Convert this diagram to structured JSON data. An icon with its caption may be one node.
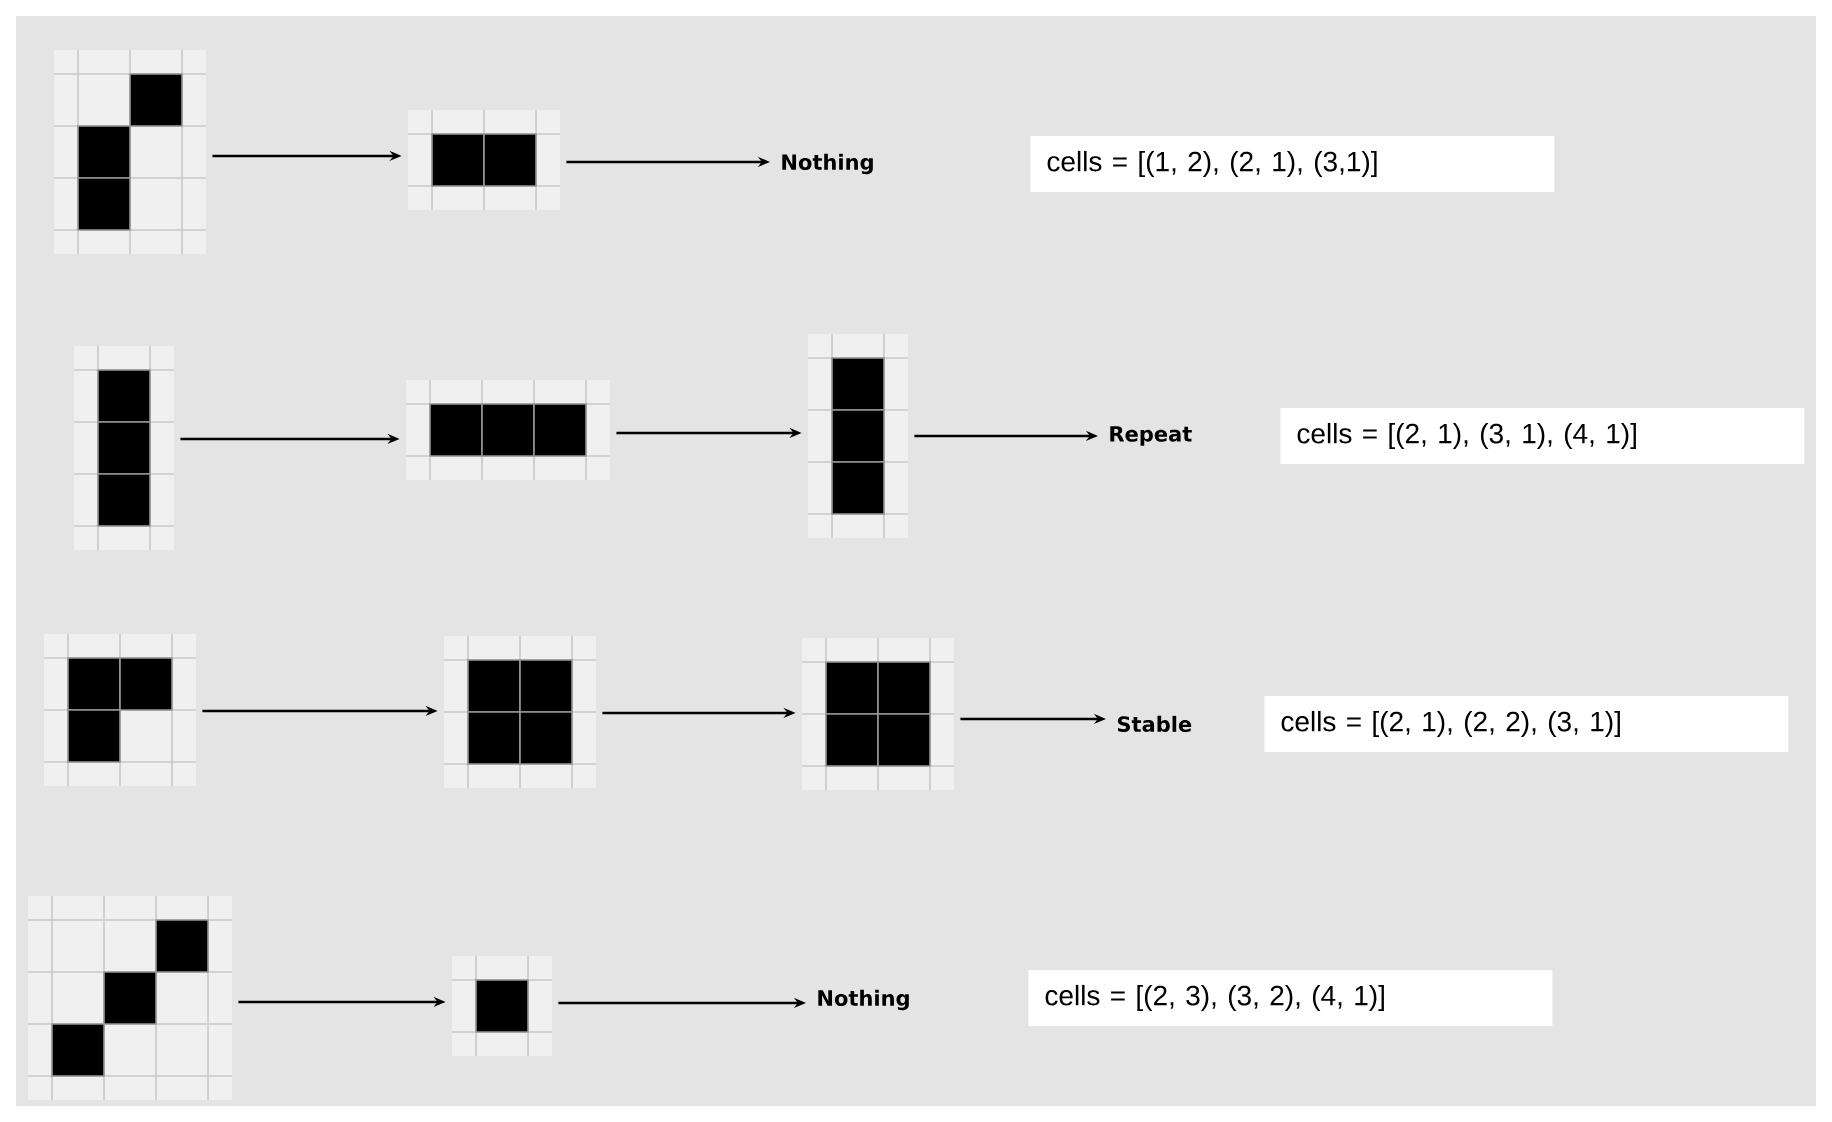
{
  "diagram": {
    "nodes": [
      {
        "text": [],
        "shape": "picture"
      },
      {
        "text": [],
        "shape": "picture"
      },
      {
        "text": [
          "Nothing"
        ]
      },
      {
        "text": [
          "cells = [(1, 2), (2, 1), (3,1)]"
        ]
      },
      {
        "text": [],
        "shape": "picture"
      },
      {
        "text": [],
        "shape": "picture"
      },
      {
        "text": [],
        "shape": "picture"
      },
      {
        "text": [
          "Repeat"
        ]
      },
      {
        "text": [
          "cells = [(2, 1), (3, 1), (4, 1)]"
        ]
      },
      {
        "text": [],
        "shape": "picture"
      },
      {
        "text": [],
        "shape": "picture"
      },
      {
        "text": [],
        "shape": "picture"
      },
      {
        "text": [
          "Stable"
        ]
      },
      {
        "text": [
          "cells = [(2, 1), (2, 2), (3, 1)]"
        ]
      },
      {
        "text": [],
        "shape": "picture"
      },
      {
        "text": [],
        "shape": "picture"
      },
      {
        "text": [
          "Nothing"
        ]
      },
      {
        "text": [
          "cells = [(2, 3), (3, 2), (4, 1)]"
        ]
      }
    ],
    "edges": [
      {
        "from": 0,
        "to": 1,
        "arrow": "to"
      },
      {
        "from": 1,
        "to": 2,
        "arrow": "to"
      },
      {
        "from": 4,
        "to": 5,
        "arrow": "to"
      },
      {
        "from": 5,
        "to": 6,
        "arrow": "to"
      },
      {
        "from": 6,
        "to": 7,
        "arrow": "to"
      },
      {
        "from": 9,
        "to": 10,
        "arrow": "to"
      },
      {
        "from": 10,
        "to": 11,
        "arrow": "to"
      },
      {
        "from": 11,
        "to": 12,
        "arrow": "to"
      },
      {
        "from": 14,
        "to": 15,
        "arrow": "to"
      },
      {
        "from": 15,
        "to": 16,
        "arrow": "to"
      }
    ]
  }
}
